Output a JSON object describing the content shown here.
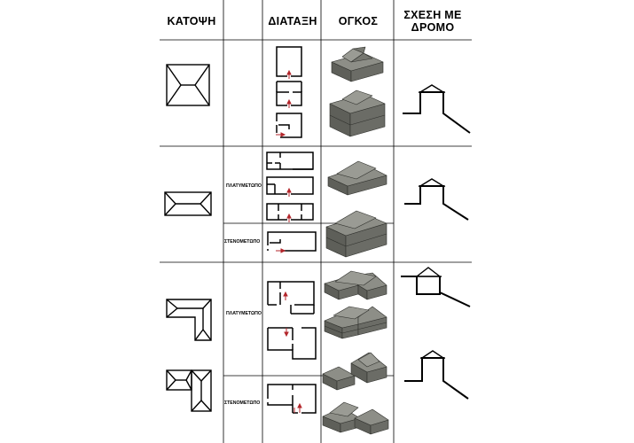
{
  "headers": {
    "plan": "ΚΑΤΟΨΗ",
    "layout": "ΔΙΑΤΑΞΗ",
    "volume": "ΟΓΚΟΣ",
    "street_line1": "ΣΧΕΣΗ ΜΕ",
    "street_line2": "ΔΡΟΜΟ"
  },
  "subcategories": {
    "wide_front": "ΠΛΑΤΥΜΕΤΩΠΟ",
    "narrow_front": "ΣΤΕΝΟΜΕΤΩΠΟ"
  },
  "colors": {
    "line": "#000000",
    "arrow": "#b3262b",
    "roof_light": "#8d8e87",
    "roof_mid": "#767770",
    "roof_dark": "#5e5f59",
    "wall": "#6b6c66",
    "wall_dark": "#55564f",
    "outline": "#2f302c"
  }
}
